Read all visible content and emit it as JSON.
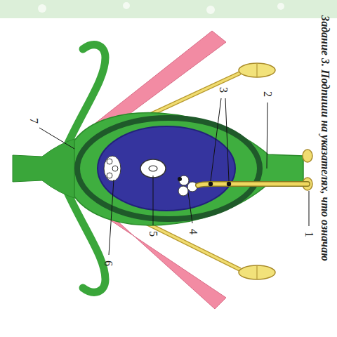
{
  "diagram": {
    "title": "Задание 3. Подпиши на указателях, что означаю",
    "labels": [
      "1",
      "2",
      "3",
      "4",
      "5",
      "6",
      "7"
    ]
  }
}
